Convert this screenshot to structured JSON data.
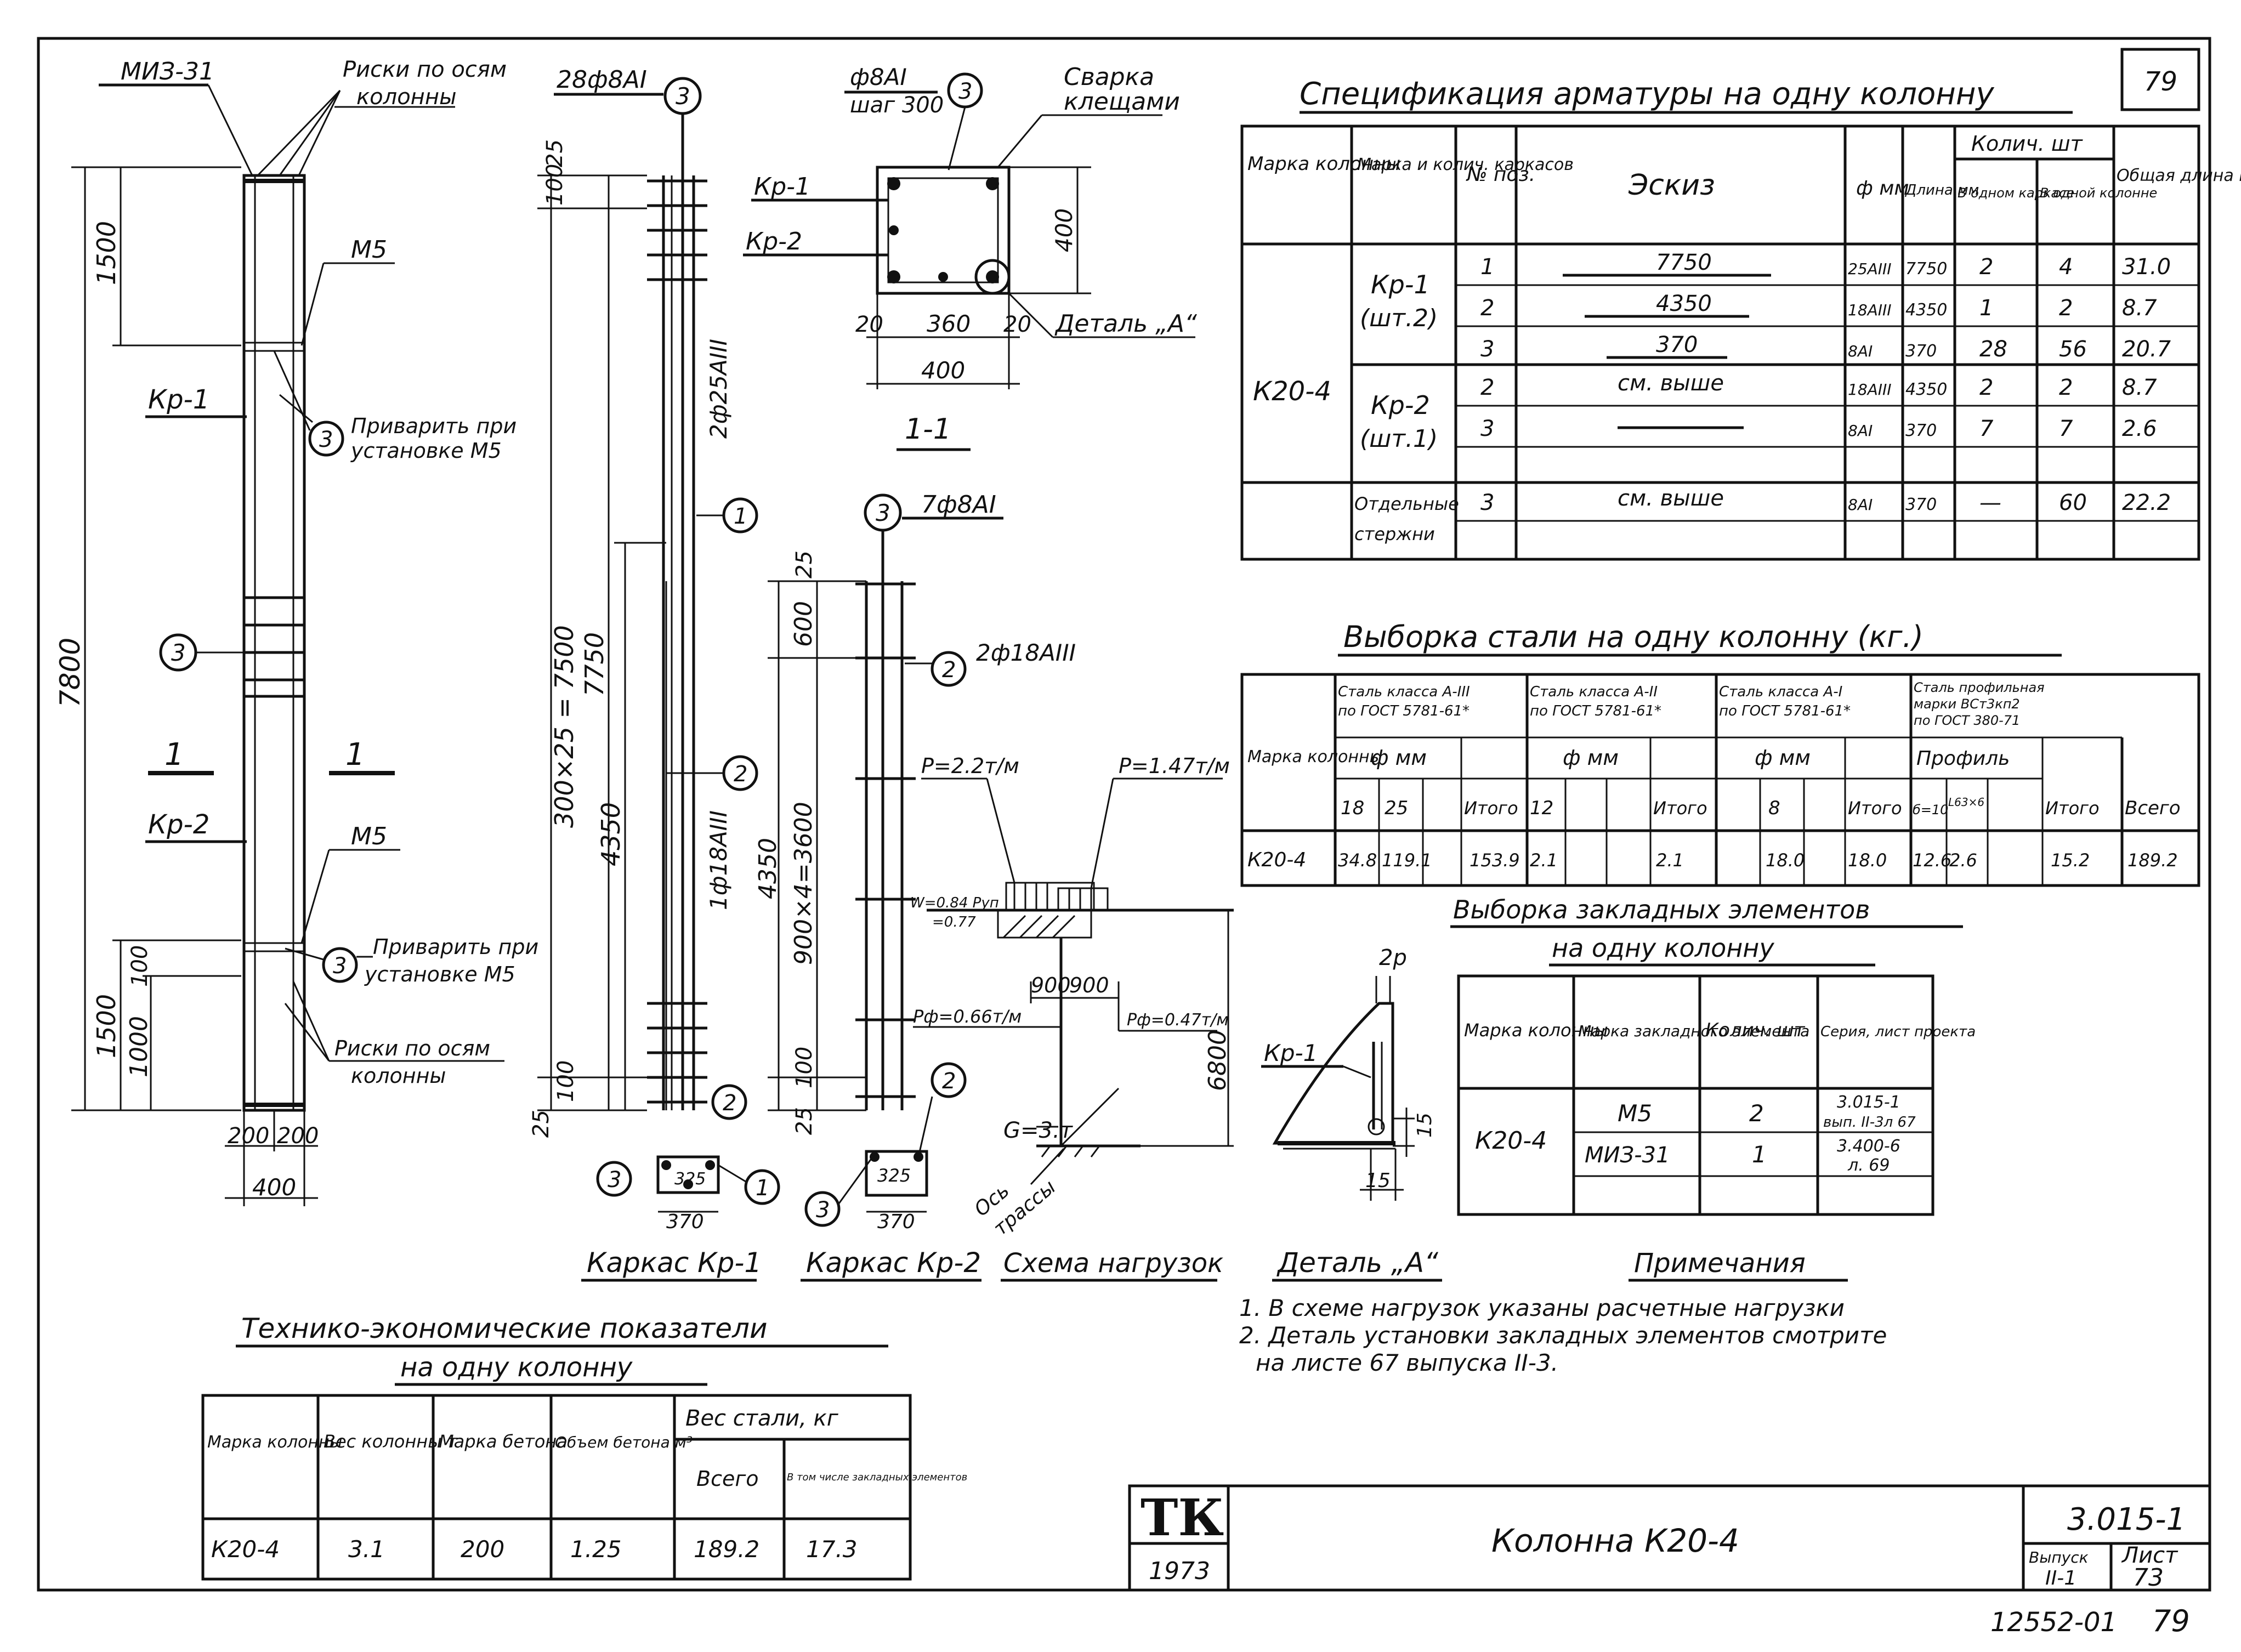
{
  "page_number": "79",
  "page_number_bottom": "79",
  "inventory_number": "12552-01",
  "column_elevation": {
    "top_marks": [
      "МИЗ-31",
      "Риски по осям",
      "колонны"
    ],
    "dim_1500_top": "1500",
    "dim_7800": "7800",
    "dim_1500_bot": "1500",
    "dim_1000": "1000",
    "dim_100": "100",
    "ms_top": "М5",
    "ms_bot": "М5",
    "kr1": "Кр-1",
    "kr2": "Кр-2",
    "weld_top": [
      "Приварить при",
      "установке М5"
    ],
    "weld_bot": [
      "Приварить при",
      "установке М5"
    ],
    "risks_bot": [
      "Риски по осям",
      "колонны"
    ],
    "circle3": "3",
    "section_mark": "1",
    "dim_200a": "200",
    "dim_200b": "200",
    "dim_400": "400"
  },
  "kr1_frame": {
    "caption": "Каркас Кр-1",
    "top_label": "28ф8АI",
    "bar1": "2ф25АIII",
    "bar2": "1ф18АIII",
    "dim_100": "100",
    "dim_25": "25",
    "dim_300": "300×25 = 7500",
    "dim_7750": "7750",
    "dim_4350": "4350",
    "dim_25b": "25",
    "dim_100b": "100",
    "c3": "3",
    "c1": "1",
    "c2": "2",
    "sec_325": "325",
    "sec_370": "370"
  },
  "kr2_frame": {
    "caption": "Каркас Кр-2",
    "top_label": "7ф8АI",
    "bar2": "2ф18АIII",
    "dim_600": "600",
    "dim_25": "25",
    "dim_900": "900×4=3600",
    "dim_4350": "4350",
    "dim_100": "100",
    "dim_25b": "25",
    "c3": "3",
    "c2": "2",
    "sec_325": "325",
    "sec_370": "370"
  },
  "section_1_1": {
    "label_top": "ф8АI",
    "label_step": "шаг 300",
    "weld": [
      "Сварка",
      "клещами"
    ],
    "kr1": "Кр-1",
    "kr2": "Кр-2",
    "dim_400v": "400",
    "dim_20a": "20",
    "dim_360": "360",
    "dim_20b": "20",
    "dim_400h": "400",
    "detail": "Деталь „А“",
    "title": "1-1",
    "c3": "3"
  },
  "load_scheme": {
    "caption": "Схема нагрузок",
    "p1": "P=2.2т/м",
    "p2": "P=1.47т/м",
    "p3": "Pф=0.66т/м",
    "p4": "Pф=0.47т/м",
    "w": "W=0.84 Pуп",
    "w2": "=0.77",
    "d900a": "900",
    "d900b": "900",
    "d6800": "6800",
    "g": "G=3.т",
    "axis": [
      "Ось",
      "трассы"
    ]
  },
  "detail_a": {
    "caption": "Деталь „А“",
    "kr1": "Кр-1",
    "d2p": "2р",
    "d15a": "15",
    "d15b": "15"
  },
  "spec_table": {
    "title": "Спецификация арматуры на одну колонну",
    "headers": [
      "Марка колонны",
      "Марка и колич. каркасов",
      "№ поз.",
      "Эскиз",
      "ф мм",
      "Длина мм",
      "В одном каркасе",
      "В одной колонне",
      "Общая длина м."
    ],
    "qty_header": "Колич. шт",
    "column_mark": "К20-4",
    "groups": [
      {
        "name": "Кр-1",
        "count": "(шт.2)"
      },
      {
        "name": "Кр-2",
        "count": "(шт.1)"
      },
      {
        "name": "Отдельные",
        "count": "стержни"
      }
    ],
    "rows": [
      {
        "pos": "1",
        "sketch": "7750",
        "d": "25АIII",
        "len": "7750",
        "k": "2",
        "c": "4",
        "total": "31.0"
      },
      {
        "pos": "2",
        "sketch": "4350",
        "d": "18АIII",
        "len": "4350",
        "k": "1",
        "c": "2",
        "total": "8.7"
      },
      {
        "pos": "3",
        "sketch": "370",
        "d": "8АI",
        "len": "370",
        "k": "28",
        "c": "56",
        "total": "20.7"
      },
      {
        "pos": "2",
        "sketch": "см. выше",
        "d": "18АIII",
        "len": "4350",
        "k": "2",
        "c": "2",
        "total": "8.7"
      },
      {
        "pos": "3",
        "sketch": "",
        "d": "8АI",
        "len": "370",
        "k": "7",
        "c": "7",
        "total": "2.6"
      },
      {
        "pos": "3",
        "sketch": "см. выше",
        "d": "8АI",
        "len": "370",
        "k": "—",
        "c": "60",
        "total": "22.2"
      }
    ]
  },
  "steel_table": {
    "title": "Выборка стали на одну колонну (кг.)",
    "h_mark": "Марка колонны",
    "h_a3": [
      "Сталь класса А-III",
      "по ГОСТ 5781-61*"
    ],
    "h_a2": [
      "Сталь класса А-II",
      "по ГОСТ 5781-61*"
    ],
    "h_a1": [
      "Сталь класса А-I",
      "по ГОСТ 5781-61*"
    ],
    "h_prof": [
      "Сталь профильная",
      "марки ВСт3кп2",
      "по ГОСТ 380-71"
    ],
    "h_fmm": "ф мм",
    "h_profile": "Профиль",
    "sub": [
      "18",
      "25",
      "Итого",
      "12",
      "Итого",
      "8",
      "Итого",
      "б=10",
      "Итого",
      "Всего"
    ],
    "sub_prof2": "L63×6",
    "values": [
      "К20-4",
      "34.8",
      "119.1",
      "153.9",
      "2.1",
      "2.1",
      "18.0",
      "18.0",
      "12.6",
      "2.6",
      "15.2",
      "189.2"
    ]
  },
  "embedded_table": {
    "title": "Выборка закладных элементов",
    "title2": "на одну колонну",
    "headers": [
      "Марка колонны",
      "Марка закладного элемента",
      "Колич. шт.",
      "Серия, лист проекта"
    ],
    "column_mark": "К20-4",
    "rows": [
      {
        "mark": "М5",
        "qty": "2",
        "series": [
          "3.015-1",
          "вып. II-3л 67"
        ]
      },
      {
        "mark": "МИЗ-31",
        "qty": "1",
        "series": [
          "3.400-6",
          "л. 69"
        ]
      }
    ]
  },
  "notes": {
    "title": "Примечания",
    "lines": [
      "1. В схеме нагрузок указаны расчетные нагрузки",
      "2. Деталь установки закладных элементов смотрите",
      "на листе 67 выпуска II-3."
    ]
  },
  "tep_table": {
    "title": "Технико-экономические показатели",
    "title2": "на одну колонну",
    "headers": [
      "Марка колонны",
      "Вес колонны т",
      "Марка бетона",
      "Объем бетона м³",
      "Вес стали, кг",
      "Всего",
      "В том числе закладных элементов"
    ],
    "values": [
      "К20-4",
      "3.1",
      "200",
      "1.25",
      "189.2",
      "17.3"
    ]
  },
  "title_block": {
    "logo": "ТК",
    "year": "1973",
    "name": "Колонна К20-4",
    "series": "3.015-1",
    "issue_label": "Выпуск",
    "issue": "II-1",
    "sheet_label": "Лист",
    "sheet": "73"
  }
}
